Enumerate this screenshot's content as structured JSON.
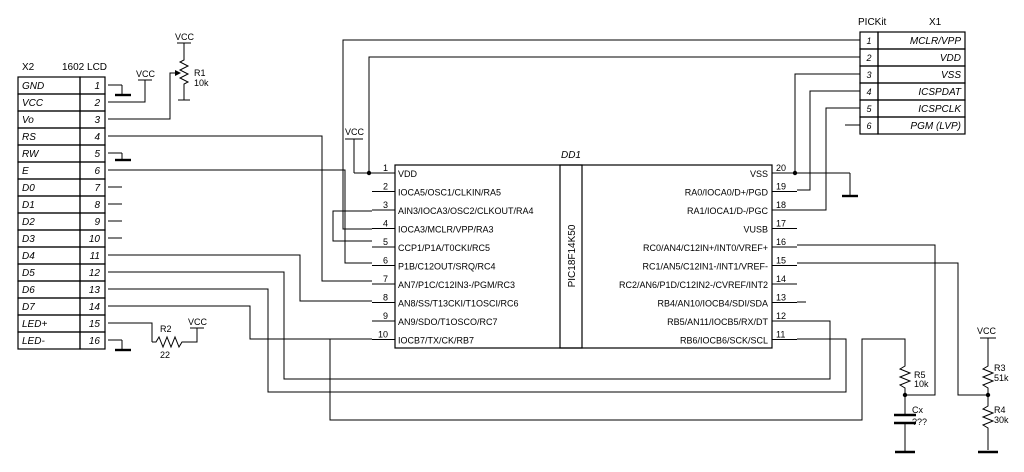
{
  "lcd": {
    "ref": "X2",
    "name": "1602 LCD",
    "pins": [
      {
        "label": "GND",
        "num": "1"
      },
      {
        "label": "VCC",
        "num": "2"
      },
      {
        "label": "Vo",
        "num": "3"
      },
      {
        "label": "RS",
        "num": "4"
      },
      {
        "label": "RW",
        "num": "5"
      },
      {
        "label": "E",
        "num": "6"
      },
      {
        "label": "D0",
        "num": "7"
      },
      {
        "label": "D1",
        "num": "8"
      },
      {
        "label": "D2",
        "num": "9"
      },
      {
        "label": "D3",
        "num": "10"
      },
      {
        "label": "D4",
        "num": "11"
      },
      {
        "label": "D5",
        "num": "12"
      },
      {
        "label": "D6",
        "num": "13"
      },
      {
        "label": "D7",
        "num": "14"
      },
      {
        "label": "LED+",
        "num": "15"
      },
      {
        "label": "LED-",
        "num": "16"
      }
    ]
  },
  "pickit": {
    "name": "PICKit",
    "ref": "X1",
    "pins": [
      {
        "num": "1",
        "label": "MCLR/VPP"
      },
      {
        "num": "2",
        "label": "VDD"
      },
      {
        "num": "3",
        "label": "VSS"
      },
      {
        "num": "4",
        "label": "ICSPDAT"
      },
      {
        "num": "5",
        "label": "ICSPCLK"
      },
      {
        "num": "6",
        "label": "PGM (LVP)"
      }
    ]
  },
  "mcu": {
    "ref": "DD1",
    "part": "PIC18F14K50",
    "left_pins": [
      {
        "num": "1",
        "label": "VDD"
      },
      {
        "num": "2",
        "label": "IOCA5/OSC1/CLKIN/RA5"
      },
      {
        "num": "3",
        "label": "AIN3/IOCA3/OSC2/CLKOUT/RA4"
      },
      {
        "num": "4",
        "label": "IOCA3/MCLR/VPP/RA3"
      },
      {
        "num": "5",
        "label": "CCP1/P1A/T0CKI/RC5"
      },
      {
        "num": "6",
        "label": "P1B/C12OUT/SRQ/RC4"
      },
      {
        "num": "7",
        "label": "AN7/P1C/C12IN3-/PGM/RC3"
      },
      {
        "num": "8",
        "label": "AN8/SS/T13CKI/T1OSCI/RC6"
      },
      {
        "num": "9",
        "label": "AN9/SDO/T1OSCO/RC7"
      },
      {
        "num": "10",
        "label": "IOCB7/TX/CK/RB7"
      }
    ],
    "right_pins": [
      {
        "num": "20",
        "label": "VSS"
      },
      {
        "num": "19",
        "label": "RA0/IOCA0/D+/PGD"
      },
      {
        "num": "18",
        "label": "RA1/IOCA1/D-/PGC"
      },
      {
        "num": "17",
        "label": "VUSB"
      },
      {
        "num": "16",
        "label": "RC0/AN4/C12IN+/INT0/VREF+"
      },
      {
        "num": "15",
        "label": "RC1/AN5/C12IN1-/INT1/VREF-"
      },
      {
        "num": "14",
        "label": "RC2/AN6/P1D/C12IN2-/CVREF/INT2"
      },
      {
        "num": "13",
        "label": "RB4/AN10/IOCB4/SDI/SDA"
      },
      {
        "num": "12",
        "label": "RB5/AN11/IOCB5/RX/DT"
      },
      {
        "num": "11",
        "label": "RB6/IOCB6/SCK/SCL"
      }
    ]
  },
  "vcc": "VCC",
  "parts": {
    "r1": {
      "ref": "R1",
      "value": "10k"
    },
    "r2": {
      "ref": "R2",
      "value": "22"
    },
    "r3": {
      "ref": "R3",
      "value": "51k"
    },
    "r4": {
      "ref": "R4",
      "value": "30k"
    },
    "r5": {
      "ref": "R5",
      "value": "10k"
    },
    "cx": {
      "ref": "Cx",
      "value": "???"
    }
  }
}
